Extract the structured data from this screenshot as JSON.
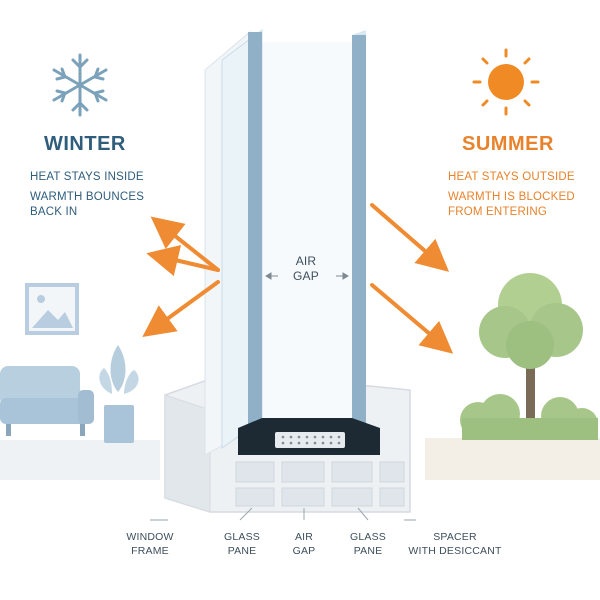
{
  "colors": {
    "winter_text": "#2f5d7c",
    "summer_text": "#e8822b",
    "arrow": "#ef8c33",
    "sun": "#f08a24",
    "glass_edge": "#8fb0c7",
    "glass_fill": "#e9f3f8",
    "frame": "#eef1f4",
    "spacer": "#1e2a33",
    "sofa": "#b8cfe0",
    "tree": "#a7c78a",
    "trunk": "#7a6a58"
  },
  "icons": {
    "winter": "snowflake-icon",
    "summer": "sun-icon",
    "picture": "framed-picture-icon",
    "sofa": "sofa-icon",
    "plant": "potted-plant-icon",
    "tree": "tree-icon",
    "bush": "bush-icon"
  },
  "winter": {
    "title": "WINTER",
    "line1": "HEAT STAYS INSIDE",
    "line2a": "WARMTH BOUNCES",
    "line2b": "BACK IN"
  },
  "summer": {
    "title": "SUMMER",
    "line1": "HEAT STAYS OUTSIDE",
    "line2a": "WARMTH IS BLOCKED",
    "line2b": "FROM ENTERING"
  },
  "center": {
    "gap_line1": "AIR",
    "gap_line2": "GAP"
  },
  "labels": [
    {
      "line1": "WINDOW",
      "line2": "FRAME"
    },
    {
      "line1": "GLASS",
      "line2": "PANE"
    },
    {
      "line1": "AIR",
      "line2": "GAP"
    },
    {
      "line1": "GLASS",
      "line2": "PANE"
    },
    {
      "line1": "SPACER",
      "line2": "WITH DESICCANT"
    }
  ]
}
